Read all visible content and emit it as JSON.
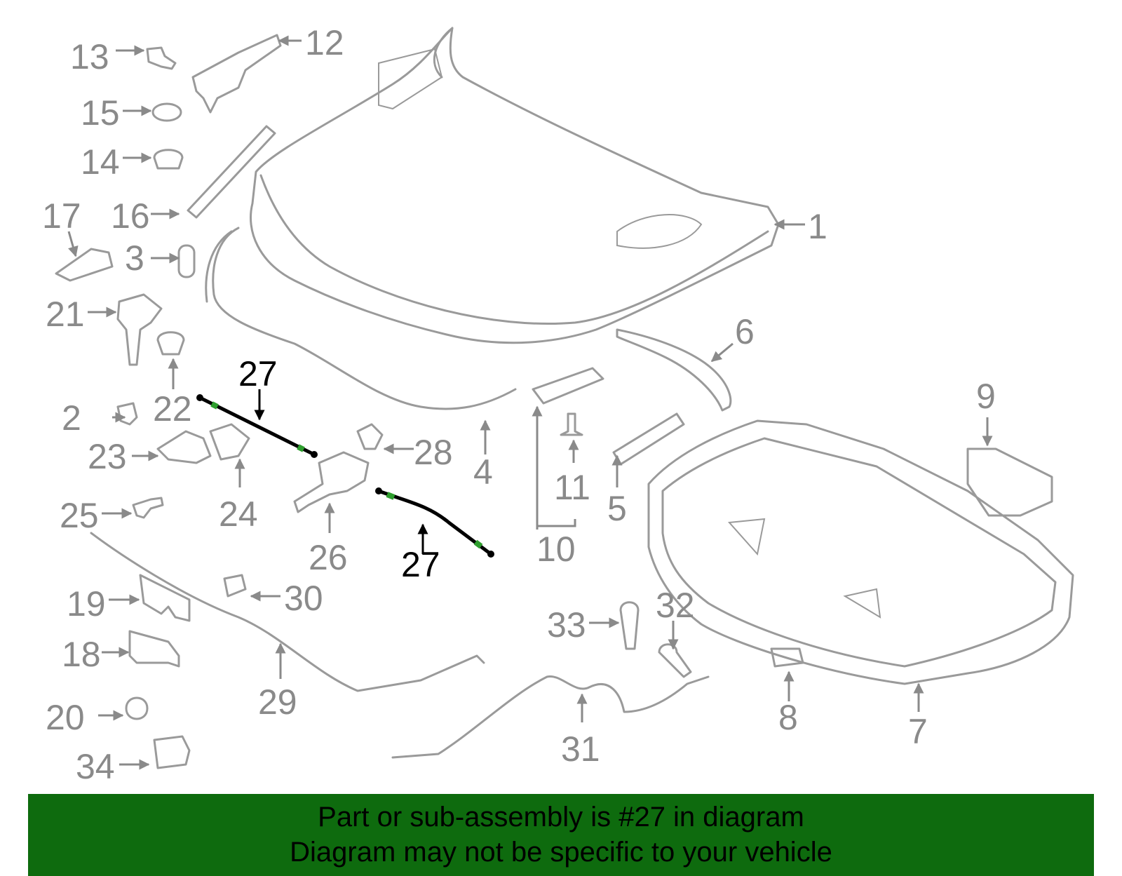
{
  "callouts": {
    "c1": "1",
    "c2": "2",
    "c3": "3",
    "c4": "4",
    "c5": "5",
    "c6": "6",
    "c7": "7",
    "c8": "8",
    "c9": "9",
    "c10": "10",
    "c11": "11",
    "c12": "12",
    "c13": "13",
    "c14": "14",
    "c15": "15",
    "c16": "16",
    "c17": "17",
    "c18": "18",
    "c19": "19",
    "c20": "20",
    "c21": "21",
    "c22": "22",
    "c23": "23",
    "c24": "24",
    "c25": "25",
    "c26": "26",
    "c27a": "27",
    "c27b": "27",
    "c28": "28",
    "c29": "29",
    "c30": "30",
    "c31": "31",
    "c32": "32",
    "c33": "33",
    "c34": "34"
  },
  "highlight_part": "27",
  "colors": {
    "parts": "#9a9a9a",
    "highlight": "#000000",
    "banner": "#0e6b0e",
    "accent": "#2e9e2e"
  },
  "banner": {
    "line1": "Part or sub-assembly is #27 in diagram",
    "line2": "Diagram may not be specific to your vehicle"
  }
}
